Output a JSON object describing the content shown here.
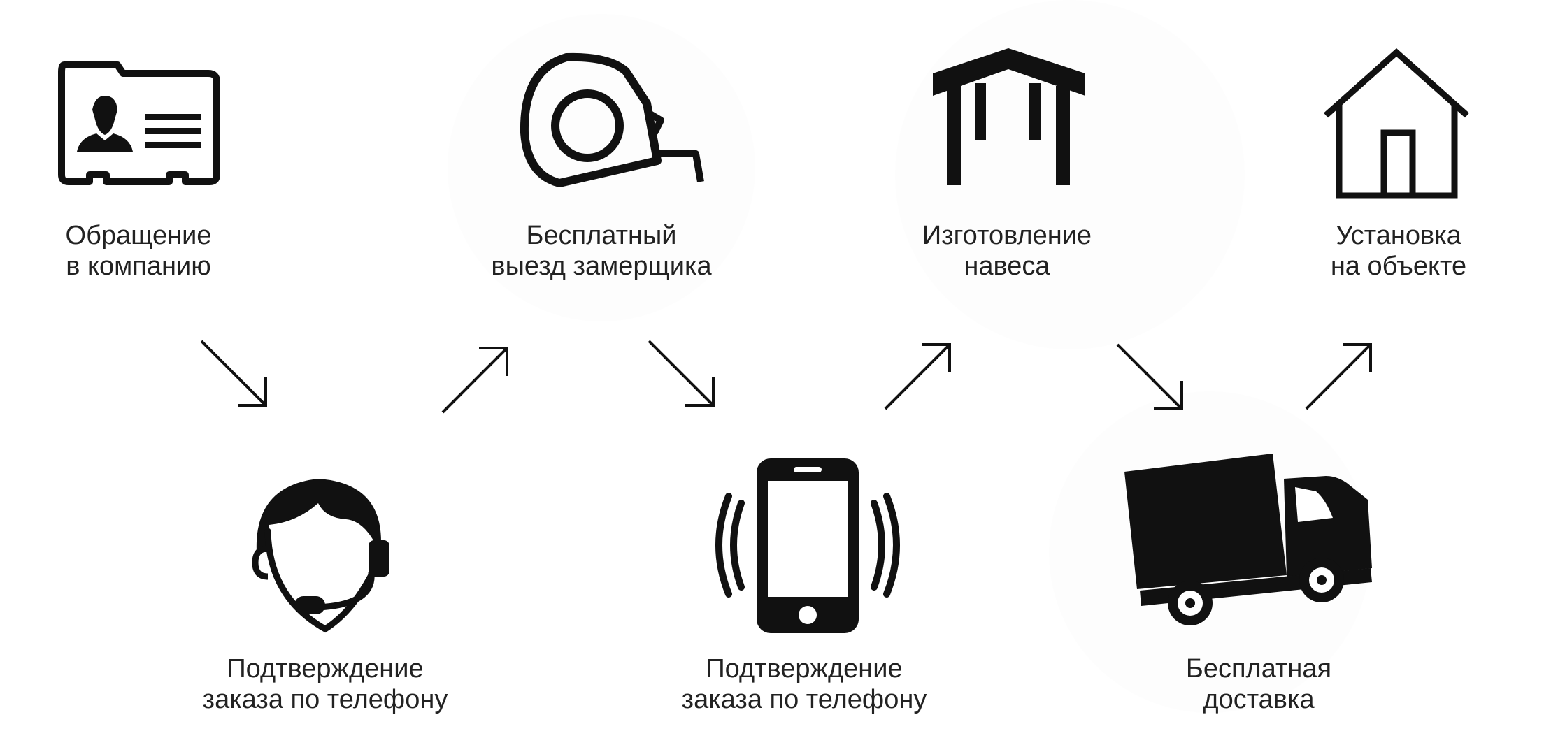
{
  "colors": {
    "ink": "#111111",
    "text": "#222222",
    "background": "#ffffff"
  },
  "steps": [
    {
      "icon": "id-card-icon",
      "line1": "Обращение",
      "line2": "в компанию"
    },
    {
      "icon": "headset-operator-icon",
      "line1": "Подтверждение",
      "line2": "заказа по телефону"
    },
    {
      "icon": "tape-measure-icon",
      "line1": "Бесплатный",
      "line2": "выезд замерщика"
    },
    {
      "icon": "ringing-phone-icon",
      "line1": "Подтверждение",
      "line2": "заказа по телефону"
    },
    {
      "icon": "canopy-icon",
      "line1": "Изготовление",
      "line2": "навеса"
    },
    {
      "icon": "delivery-truck-icon",
      "line1": "Бесплатная",
      "line2": "доставка"
    },
    {
      "icon": "house-icon",
      "line1": "Установка",
      "line2": "на объекте"
    }
  ],
  "arrows": [
    "arrow-down-right-icon",
    "arrow-up-right-icon",
    "arrow-down-right-icon",
    "arrow-up-right-icon",
    "arrow-down-right-icon",
    "arrow-up-right-icon"
  ]
}
